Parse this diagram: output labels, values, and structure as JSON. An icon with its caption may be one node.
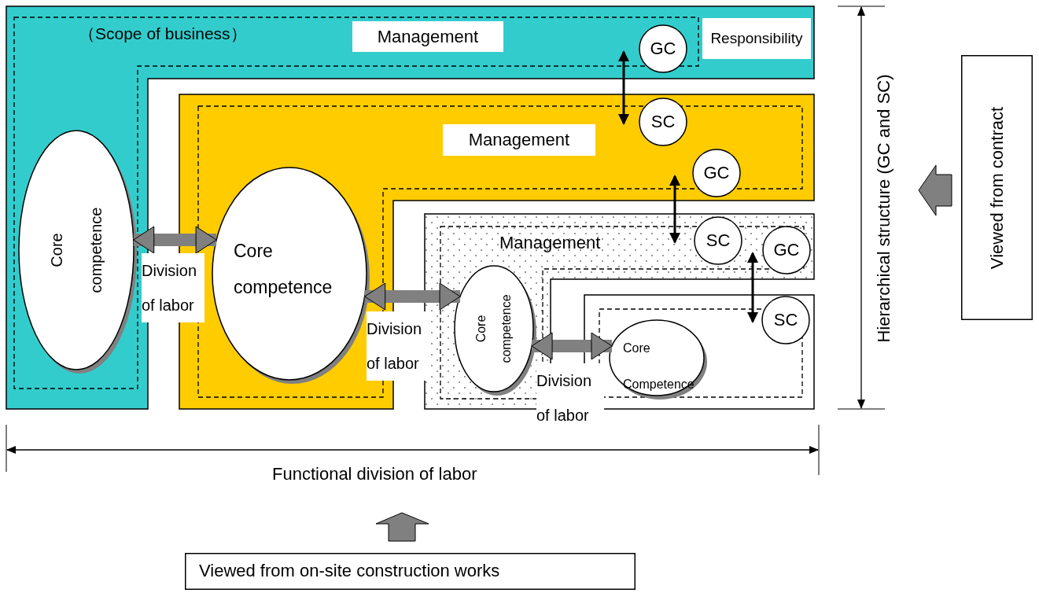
{
  "diagram": {
    "nodes": [
      {
        "text": [
          "（Scope of business）",
          "Management",
          "Responsibility"
        ]
      },
      {
        "text": [
          "Core competence"
        ],
        "in": 0
      },
      {
        "text": [
          "GC"
        ],
        "in": 0
      },
      {
        "text": [
          "Management"
        ]
      },
      {
        "text": [
          "Core competence"
        ],
        "in": 3
      },
      {
        "text": [
          "SC"
        ],
        "in": 3
      },
      {
        "text": [
          "GC"
        ],
        "in": 3
      },
      {
        "text": [
          "Management"
        ]
      },
      {
        "text": [
          "Core competence"
        ],
        "in": 7
      },
      {
        "text": [
          "SC"
        ],
        "in": 7
      },
      {
        "text": [
          "GC"
        ],
        "in": 7
      },
      {
        "text": [],
        "shape": "box"
      },
      {
        "text": [
          "Core Competence"
        ],
        "in": 11
      },
      {
        "text": [
          "SC"
        ],
        "in": 11
      },
      {
        "text": [
          "Viewed from contract"
        ]
      },
      {
        "text": [
          "Viewed from on-site construction works"
        ]
      }
    ],
    "edges": [
      {
        "from": 2,
        "to": 5,
        "arrow": "both"
      },
      {
        "from": 6,
        "to": 9,
        "arrow": "both"
      },
      {
        "from": 10,
        "to": 13,
        "arrow": "both"
      },
      {
        "from": 1,
        "to": 4,
        "arrow": "both",
        "label": "Division of labor",
        "style": "thick",
        "color": "#808080"
      },
      {
        "from": 4,
        "to": 8,
        "arrow": "both",
        "label": "Division of labor",
        "style": "thick",
        "color": "#808080"
      },
      {
        "from": 8,
        "to": 12,
        "arrow": "both",
        "label": "Division of labor",
        "style": "thick",
        "color": "#808080"
      }
    ],
    "labels": [
      "Hierarchical structure (GC and SC)",
      "Functional division of labor"
    ]
  }
}
